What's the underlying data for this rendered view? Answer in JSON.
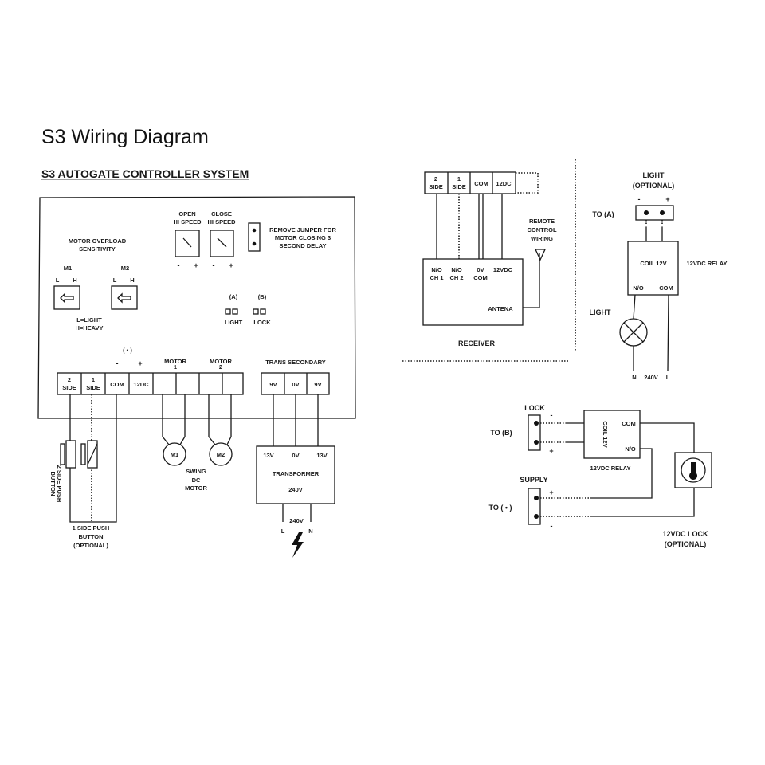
{
  "title": "S3 Wiring Diagram",
  "subtitle": "S3 AUTOGATE CONTROLLER SYSTEM",
  "controller": {
    "open_hi_speed": [
      "OPEN",
      "HI SPEED"
    ],
    "close_hi_speed": [
      "CLOSE",
      "HI SPEED"
    ],
    "minus": "-",
    "plus": "+",
    "jumper_note": [
      "REMOVE JUMPER FOR",
      "MOTOR CLOSING 3",
      "SECOND DELAY"
    ],
    "overload": [
      "MOTOR OVERLOAD",
      "SENSITIVITY"
    ],
    "m1": "M1",
    "m2": "M2",
    "l": "L",
    "h": "H",
    "legend": [
      "L=LIGHT",
      "H=HEAVY"
    ],
    "a": "(A)",
    "b": "(B)",
    "light": "LIGHT",
    "lock": "LOCK",
    "star": "( • )",
    "motor": "MOTOR",
    "one": "1",
    "two": "2",
    "trans_secondary": "TRANS SECONDARY",
    "terminals": [
      [
        "2",
        "SIDE"
      ],
      [
        "1",
        "SIDE"
      ],
      [
        "COM"
      ],
      [
        "12DC"
      ]
    ],
    "trans_terminals": [
      "9V",
      "0V",
      "9V"
    ]
  },
  "push2": [
    "2 SIDE PUSH",
    "BUTTON"
  ],
  "push1": [
    "1 SIDE PUSH",
    "BUTTON",
    "(OPTIONAL)"
  ],
  "motors": {
    "m1": "M1",
    "m2": "M2",
    "label": [
      "SWING",
      "DC",
      "MOTOR"
    ]
  },
  "transformer": {
    "outs": [
      "13V",
      "0V",
      "13V"
    ],
    "name": "TRANSFORMER",
    "input": "240V",
    "mains": "240V",
    "l": "L",
    "n": "N"
  },
  "receiver": {
    "terminals": [
      [
        "2",
        "SIDE"
      ],
      [
        "1",
        "SIDE"
      ],
      [
        "COM"
      ],
      [
        "12DC"
      ]
    ],
    "labels": [
      [
        "N/O",
        "CH 1"
      ],
      [
        "N/O",
        "CH 2"
      ],
      [
        "0V",
        "COM"
      ],
      [
        "12VDC"
      ]
    ],
    "antena": "ANTENA",
    "remote": [
      "REMOTE",
      "CONTROL",
      "WIRING"
    ],
    "name": "RECEIVER"
  },
  "light_circuit": {
    "title": [
      "LIGHT",
      "(OPTIONAL)"
    ],
    "minus": "-",
    "plus": "+",
    "to": "TO (A)",
    "coil": "COIL 12V",
    "relay": "12VDC RELAY",
    "no": "N/O",
    "com": "COM",
    "light": "LIGHT",
    "n": "N",
    "v": "240V",
    "l": "L"
  },
  "lock_circuit": {
    "lock": "LOCK",
    "to_b": "TO (B)",
    "minus": "-",
    "plus": "+",
    "coil": "COIL 12V",
    "com": "COM",
    "no": "N/O",
    "relay": "12VDC RELAY",
    "supply": "SUPPLY",
    "to_star": "TO ( • )",
    "lock_name": [
      "12VDC LOCK",
      "(OPTIONAL)"
    ]
  }
}
